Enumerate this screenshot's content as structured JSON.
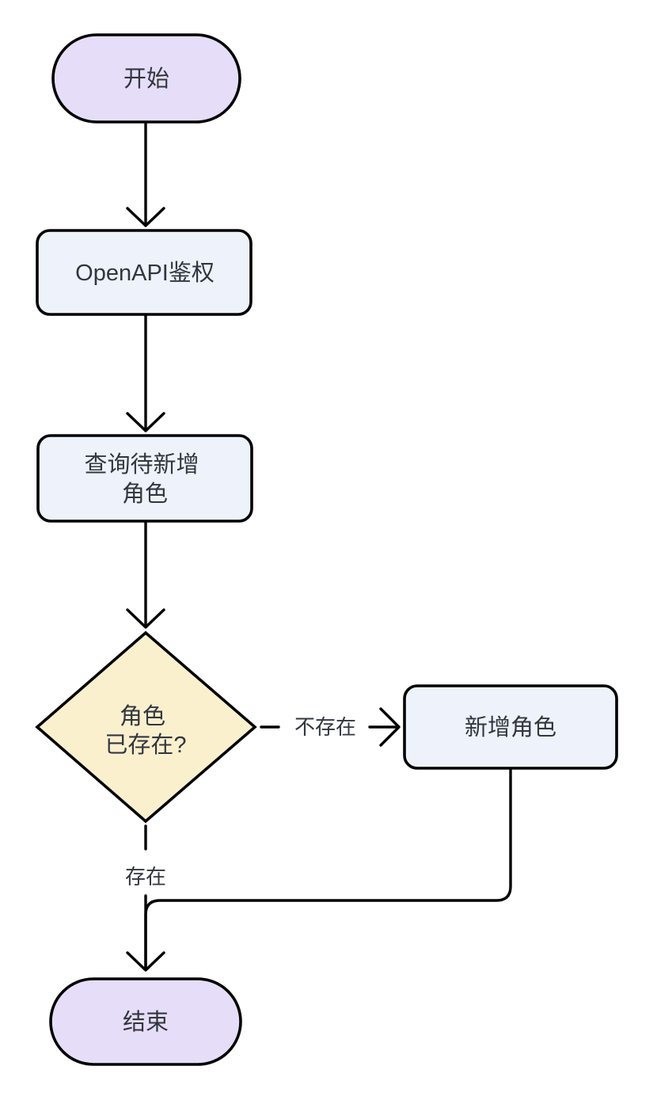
{
  "background": "#FFFFFF",
  "colors": {
    "node_stroke": "#000000",
    "edge_stroke": "#000000",
    "text": "#32363F",
    "terminal_fill": "#E6DEF8",
    "process_fill": "#EDF2FB",
    "decision_fill": "#FBF0CE",
    "label_bg": "#FFFFFF"
  },
  "diagram": {
    "type": "flowchart",
    "direction": "top-down",
    "nodes": [
      {
        "id": "start",
        "shape": "stadium",
        "label": "开始",
        "label_lines": [
          "开始"
        ]
      },
      {
        "id": "openapi-auth",
        "shape": "rounded-rect",
        "label": "OpenAPI鉴权",
        "label_lines": [
          "OpenAPI鉴权"
        ]
      },
      {
        "id": "query-role",
        "shape": "rounded-rect",
        "label": "查询待新增角色",
        "label_lines": [
          "查询待新增",
          "角色"
        ]
      },
      {
        "id": "role-exists",
        "shape": "diamond",
        "label": "角色已存在?",
        "label_lines": [
          "角色",
          "已存在?"
        ]
      },
      {
        "id": "add-role",
        "shape": "rounded-rect",
        "label": "新增角色",
        "label_lines": [
          "新增角色"
        ]
      },
      {
        "id": "end",
        "shape": "stadium",
        "label": "结束",
        "label_lines": [
          "结束"
        ]
      }
    ],
    "edges": [
      {
        "from": "start",
        "to": "openapi-auth",
        "style": "solid",
        "label": ""
      },
      {
        "from": "openapi-auth",
        "to": "query-role",
        "style": "solid",
        "label": ""
      },
      {
        "from": "query-role",
        "to": "role-exists",
        "style": "solid",
        "label": ""
      },
      {
        "from": "role-exists",
        "to": "add-role",
        "style": "dashed",
        "label": "不存在"
      },
      {
        "from": "role-exists",
        "to": "end",
        "style": "dashed",
        "label": "存在"
      },
      {
        "from": "add-role",
        "to": "end",
        "style": "solid",
        "label": ""
      }
    ]
  }
}
